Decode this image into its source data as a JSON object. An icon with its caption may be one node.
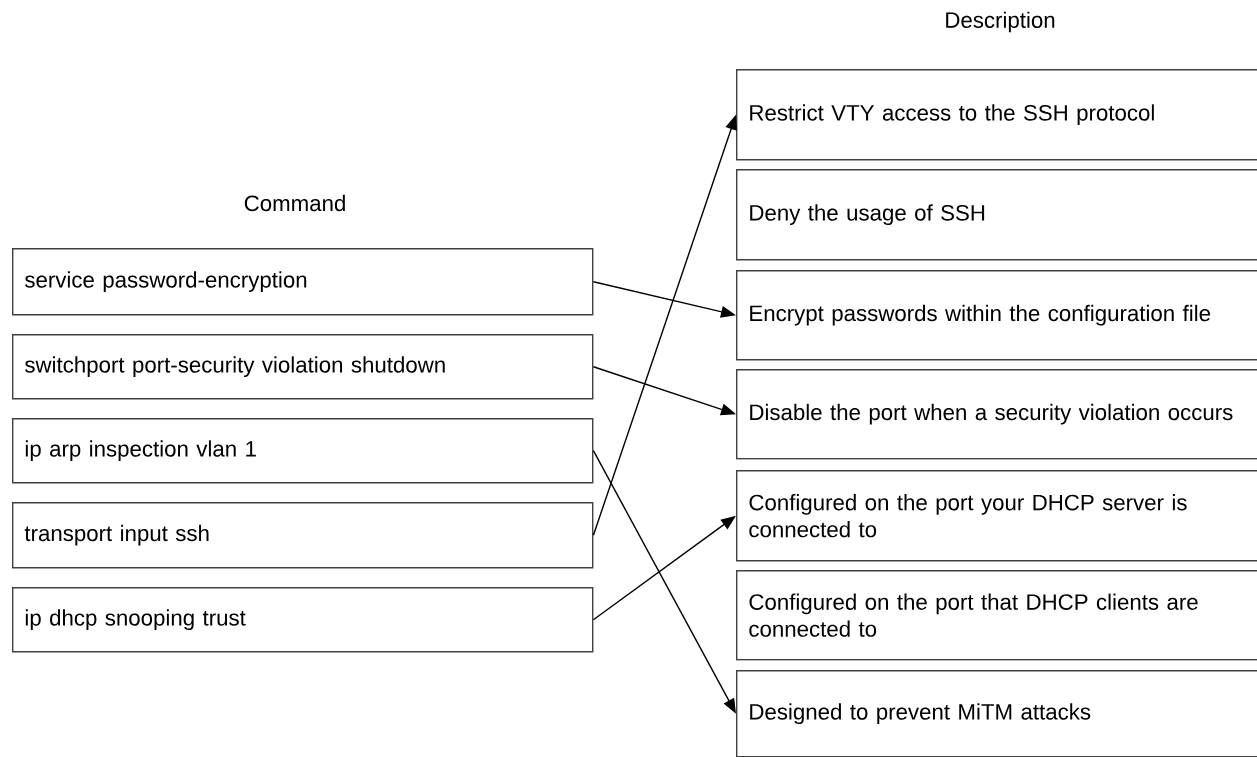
{
  "diagram": {
    "nodes": [
      {
        "text": [
          "service password-encryption"
        ]
      },
      {
        "text": [
          "switchport port-security violation shutdown"
        ]
      },
      {
        "text": [
          "ip arp inspection vlan 1"
        ]
      },
      {
        "text": [
          "transport input ssh"
        ]
      },
      {
        "text": [
          "ip dhcp snooping trust"
        ]
      },
      {
        "text": [
          "Restrict VTY access to the SSH protocol"
        ]
      },
      {
        "text": [
          "Deny the usage of SSH"
        ]
      },
      {
        "text": [
          "Encrypt passwords within the configuration file"
        ]
      },
      {
        "text": [
          "Disable the port when a security violation occurs"
        ]
      },
      {
        "text": [
          "Configured on the port your DHCP server is connected to"
        ]
      },
      {
        "text": [
          "Configured on the port that DHCP clients are connected to"
        ]
      },
      {
        "text": [
          "Designed to prevent MiTM attacks"
        ]
      }
    ],
    "edges": [
      {
        "from": 0,
        "to": 7,
        "arrow": "to"
      },
      {
        "from": 1,
        "to": 8,
        "arrow": "to"
      },
      {
        "from": 2,
        "to": 11,
        "arrow": "to"
      },
      {
        "from": 3,
        "to": 5,
        "arrow": "to"
      },
      {
        "from": 4,
        "to": 9,
        "arrow": "to"
      }
    ],
    "labels": [
      "Description",
      "Command"
    ]
  }
}
